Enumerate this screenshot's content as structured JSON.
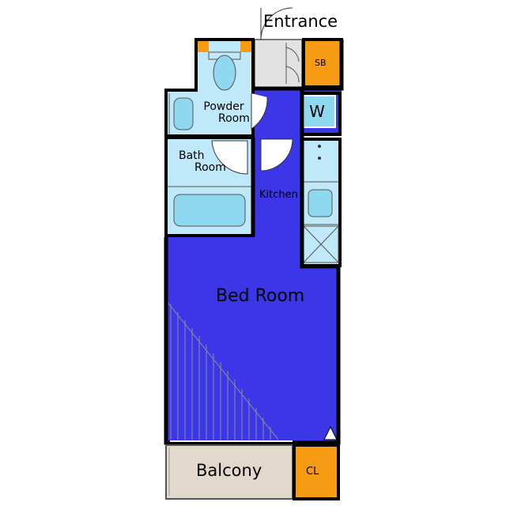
{
  "rooms": {
    "entrance": "Entrance",
    "shoe_box": "SB",
    "powder_room_line1": "Powder",
    "powder_room_line2": "Room",
    "washer": "W",
    "bath_room_line1": "Bath",
    "bath_room_line2": "Room",
    "kitchen": "Kitchen",
    "bed_room": "Bed Room",
    "balcony": "Balcony",
    "closet": "CL"
  },
  "colors": {
    "floor_blue": "#3b37e8",
    "fixture_light_blue": "#bfe8f8",
    "fixture_cyan": "#8fd9f0",
    "storage_orange": "#f79a14",
    "balcony_beige": "#e3d8cc",
    "wall": "#000000",
    "entrance_gray": "#e2e2e2"
  }
}
